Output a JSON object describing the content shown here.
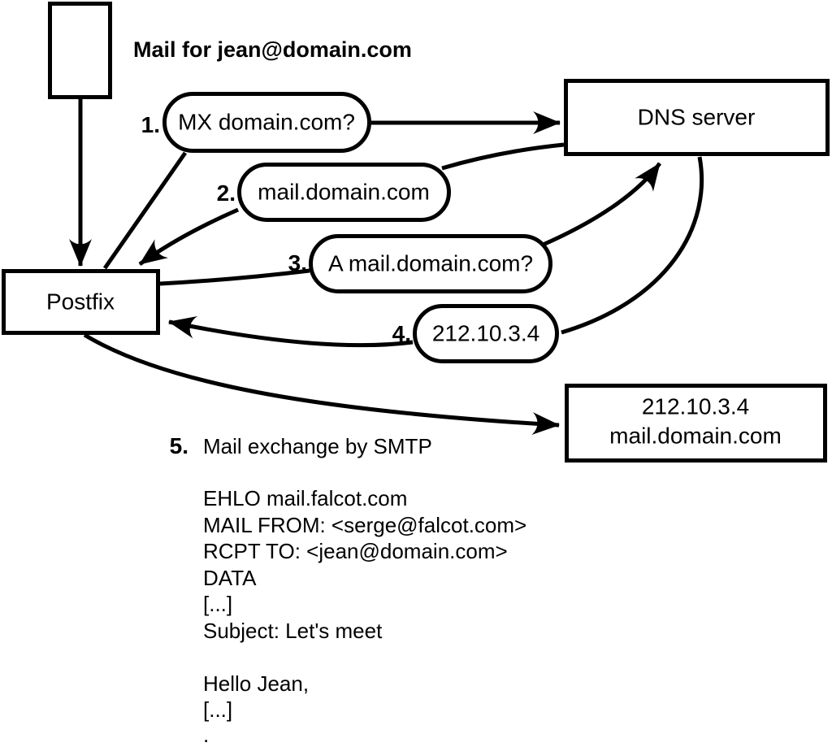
{
  "title_note": "Mail for jean@domain.com",
  "nodes": {
    "postfix": {
      "label": "Postfix"
    },
    "dns": {
      "label": "DNS server"
    },
    "mailhost": {
      "line1": "212.10.3.4",
      "line2": "mail.domain.com"
    }
  },
  "steps": [
    {
      "num": "1.",
      "label": "MX domain.com?"
    },
    {
      "num": "2.",
      "label": "mail.domain.com"
    },
    {
      "num": "3.",
      "label": "A mail.domain.com?"
    },
    {
      "num": "4.",
      "label": "212.10.3.4"
    },
    {
      "num": "5.",
      "label": "Mail exchange by SMTP"
    }
  ],
  "smtp_session": {
    "lines": [
      "EHLO mail.falcot.com",
      "MAIL FROM: <serge@falcot.com>",
      "RCPT TO: <jean@domain.com>",
      "DATA",
      "[...]",
      "Subject: Let's meet",
      "",
      "Hello Jean,",
      "[...]",
      "."
    ]
  },
  "colors": {
    "ink": "#000000",
    "paper": "#ffffff"
  }
}
